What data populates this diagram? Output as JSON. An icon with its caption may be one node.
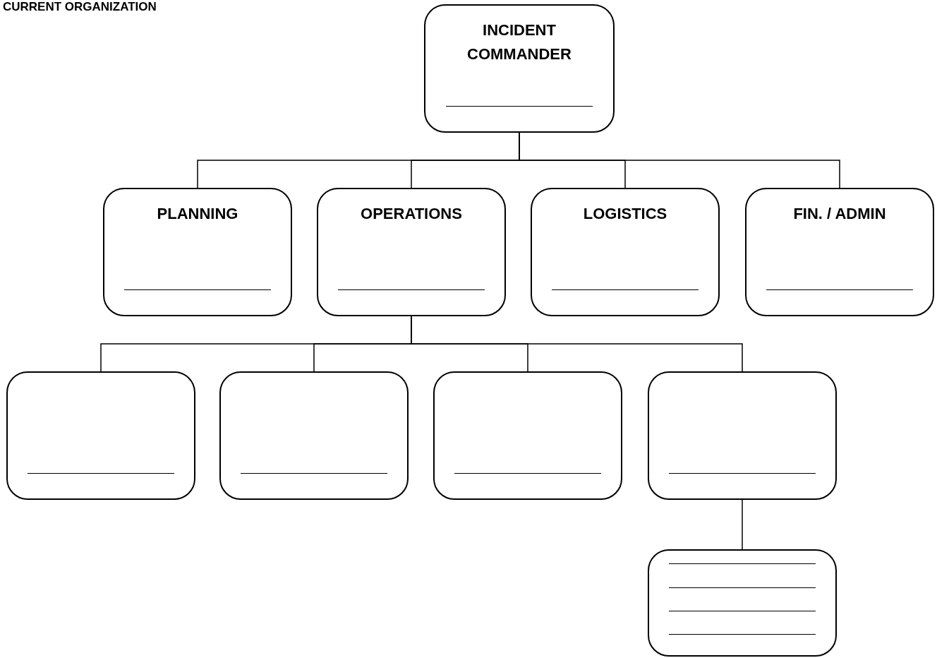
{
  "diagram": {
    "title": "CURRENT ORGANIZATION",
    "nodes": [
      {
        "text": [
          "INCIDENT COMMANDER"
        ]
      },
      {
        "text": [
          "PLANNING"
        ]
      },
      {
        "text": [
          "OPERATIONS"
        ]
      },
      {
        "text": [
          "LOGISTICS"
        ]
      },
      {
        "text": [
          "FIN. / ADMIN"
        ]
      },
      {
        "text": [],
        "shape": "box"
      },
      {
        "text": [],
        "shape": "box"
      },
      {
        "text": [],
        "shape": "box"
      },
      {
        "text": [],
        "shape": "box"
      },
      {
        "text": [],
        "shape": "box"
      }
    ],
    "edges": [
      {
        "from": 0,
        "to": 1,
        "arrow": "none"
      },
      {
        "from": 0,
        "to": 2,
        "arrow": "none"
      },
      {
        "from": 0,
        "to": 3,
        "arrow": "none"
      },
      {
        "from": 0,
        "to": 4,
        "arrow": "none"
      },
      {
        "from": 2,
        "to": 5,
        "arrow": "none"
      },
      {
        "from": 2,
        "to": 6,
        "arrow": "none"
      },
      {
        "from": 2,
        "to": 7,
        "arrow": "none"
      },
      {
        "from": 2,
        "to": 8,
        "arrow": "none"
      },
      {
        "from": 8,
        "to": 9,
        "arrow": "none"
      }
    ]
  }
}
